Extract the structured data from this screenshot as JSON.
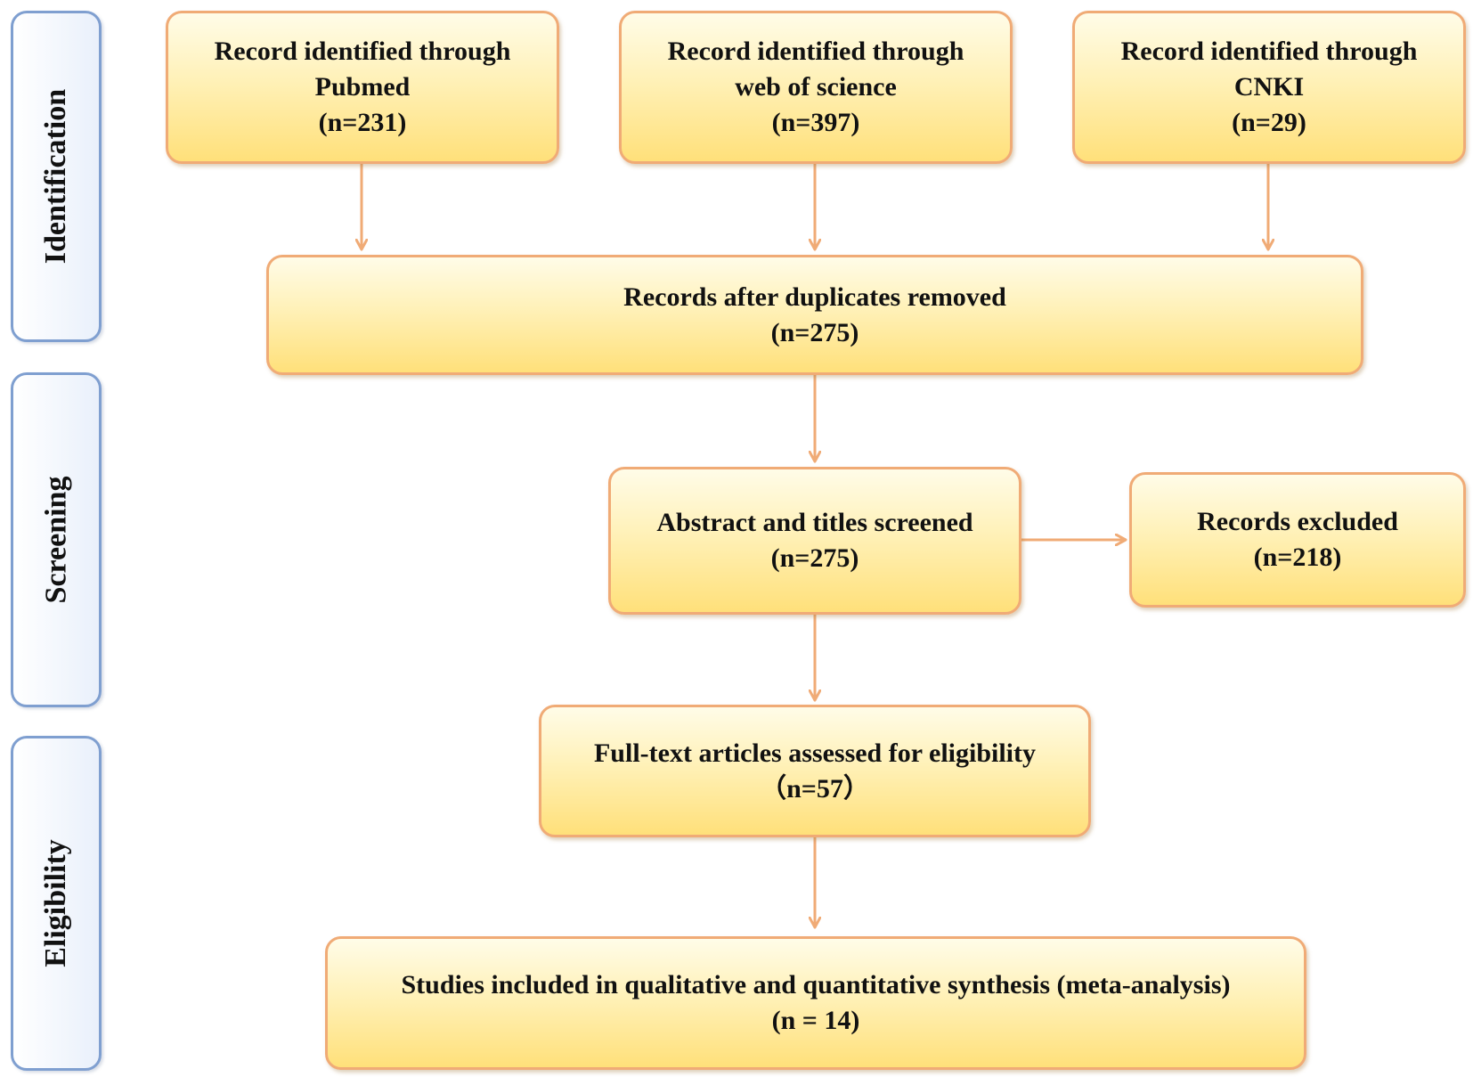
{
  "phases": {
    "identification": "Identification",
    "screening": "Screening",
    "eligibility": "Eligibility"
  },
  "boxes": {
    "pubmed": {
      "line1": "Record identified through",
      "line2": "Pubmed",
      "count": "(n=231)"
    },
    "wos": {
      "line1": "Record identified through",
      "line2": "web of science",
      "count": "(n=397)"
    },
    "cnki": {
      "line1": "Record identified through",
      "line2": "CNKI",
      "count": "(n=29)"
    },
    "duplicates": {
      "line1": "Records after duplicates removed",
      "count": "(n=275)"
    },
    "screened": {
      "line1": "Abstract and titles screened",
      "count": "(n=275)"
    },
    "excluded": {
      "line1": "Records excluded",
      "count": "(n=218)"
    },
    "fulltext": {
      "line1": "Full-text articles assessed for eligibility",
      "count": "（n=57）"
    },
    "included": {
      "line1": "Studies included in qualitative and quantitative synthesis (meta-analysis)",
      "count": "(n = 14)"
    }
  },
  "colors": {
    "box_border": "#f0ab76",
    "box_fill": "#fff1b8",
    "arrow": "#f0ab76",
    "phase_border": "#7f9fd0"
  }
}
